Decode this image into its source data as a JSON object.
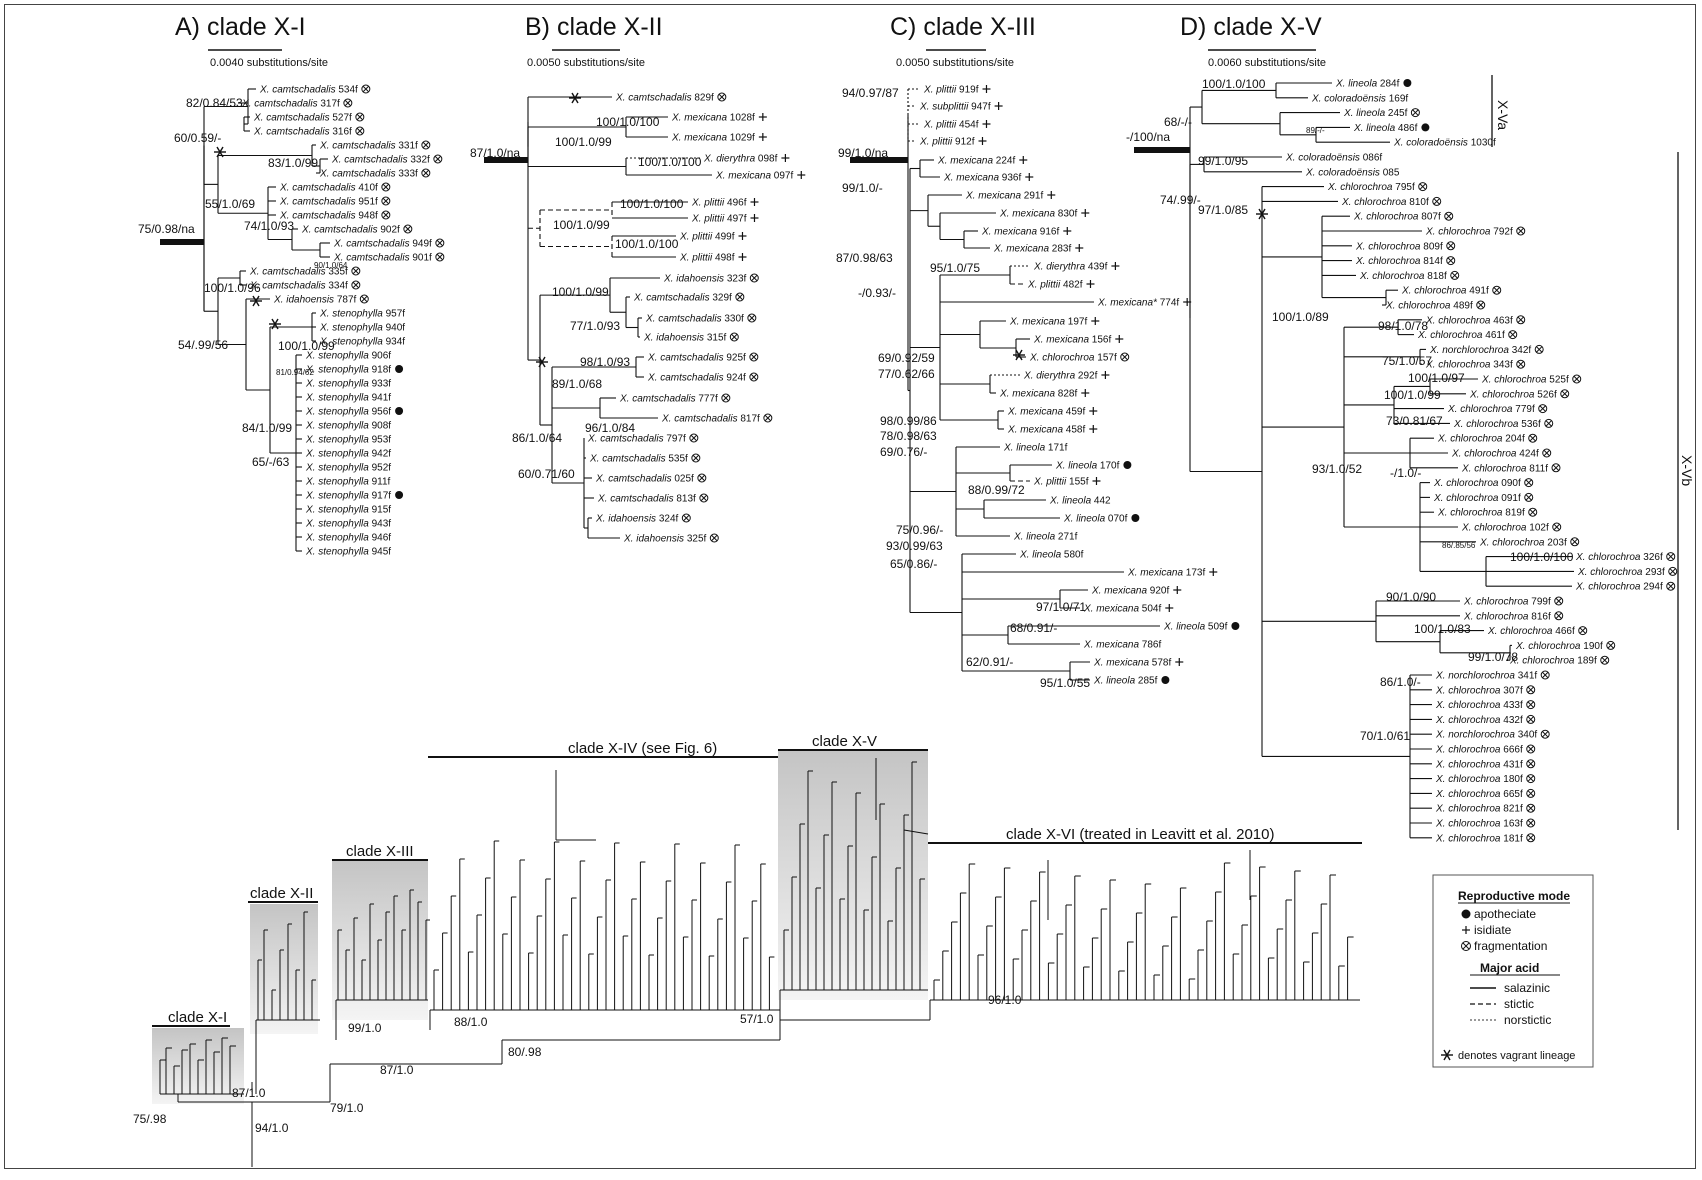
{
  "panels": [
    {
      "title": "A) clade X-I",
      "scale_label": "0.0040 substitutions/site",
      "stem_support": "75/0.98/na",
      "taxa": [
        {
          "name": "X. camtschadalis",
          "sfx": "534f",
          "m": "frag"
        },
        {
          "name": "X. camtschadalis",
          "sfx": "317f",
          "m": "frag"
        },
        {
          "name": "X. camtschadalis",
          "sfx": "527f",
          "m": "frag"
        },
        {
          "name": "X. camtschadalis",
          "sfx": "316f",
          "m": "frag"
        },
        {
          "name": "X. camtschadalis",
          "sfx": "331f",
          "m": "frag"
        },
        {
          "name": "X. camtschadalis",
          "sfx": "332f",
          "m": "frag"
        },
        {
          "name": "X. camtschadalis",
          "sfx": "333f",
          "m": "frag"
        },
        {
          "name": "X. camtschadalis",
          "sfx": "410f",
          "m": "frag"
        },
        {
          "name": "X. camtschadalis",
          "sfx": "951f",
          "m": "frag"
        },
        {
          "name": "X. camtschadalis",
          "sfx": "948f",
          "m": "frag"
        },
        {
          "name": "X. camtschadalis",
          "sfx": "902f",
          "m": "frag"
        },
        {
          "name": "X. camtschadalis",
          "sfx": "949f",
          "m": "frag"
        },
        {
          "name": "X. camtschadalis",
          "sfx": "901f",
          "m": "frag"
        },
        {
          "name": "X. camtschadalis",
          "sfx": "335f",
          "m": "frag"
        },
        {
          "name": "X. camtschadalis",
          "sfx": "334f",
          "m": "frag"
        },
        {
          "name": "X. idahoensis",
          "sfx": "787f",
          "m": "frag"
        },
        {
          "name": "X. stenophylla",
          "sfx": "957f",
          "m": ""
        },
        {
          "name": "X. stenophylla",
          "sfx": "940f",
          "m": ""
        },
        {
          "name": "X. stenophylla",
          "sfx": "934f",
          "m": ""
        },
        {
          "name": "X. stenophylla",
          "sfx": "906f",
          "m": ""
        },
        {
          "name": "X. stenophylla",
          "sfx": "918f",
          "m": "apo"
        },
        {
          "name": "X. stenophylla",
          "sfx": "933f",
          "m": ""
        },
        {
          "name": "X. stenophylla",
          "sfx": "941f",
          "m": ""
        },
        {
          "name": "X. stenophylla",
          "sfx": "956f",
          "m": "apo"
        },
        {
          "name": "X. stenophylla",
          "sfx": "908f",
          "m": ""
        },
        {
          "name": "X. stenophylla",
          "sfx": "953f",
          "m": ""
        },
        {
          "name": "X. stenophylla",
          "sfx": "942f",
          "m": ""
        },
        {
          "name": "X. stenophylla",
          "sfx": "952f",
          "m": ""
        },
        {
          "name": "X. stenophylla",
          "sfx": "911f",
          "m": ""
        },
        {
          "name": "X. stenophylla",
          "sfx": "917f",
          "m": "apo"
        },
        {
          "name": "X. stenophylla",
          "sfx": "915f",
          "m": ""
        },
        {
          "name": "X. stenophylla",
          "sfx": "943f",
          "m": ""
        },
        {
          "name": "X. stenophylla",
          "sfx": "946f",
          "m": ""
        },
        {
          "name": "X. stenophylla",
          "sfx": "945f",
          "m": ""
        }
      ],
      "supports": [
        "82/0.84/53",
        "60/0.59/-",
        "83/1.0/99",
        "55/1.0/69",
        "74/1.0/93",
        "90/1.0/64",
        "100/1.0/96",
        "54/.99/56",
        "100/1.0/99",
        "81/0.94/62",
        "84/1.0/99",
        "65/-/63"
      ]
    },
    {
      "title": "B) clade X-II",
      "scale_label": "0.0050 substitutions/site",
      "stem_support": "87/1.0/na",
      "taxa": [
        {
          "name": "X. camtschadalis",
          "sfx": "829f",
          "m": "frag"
        },
        {
          "name": "X. mexicana",
          "sfx": "1028f",
          "m": "isid"
        },
        {
          "name": "X. mexicana",
          "sfx": "1029f",
          "m": "isid"
        },
        {
          "name": "X. dierythra",
          "sfx": "098f",
          "m": "isid"
        },
        {
          "name": "X. mexicana",
          "sfx": "097f",
          "m": "isid"
        },
        {
          "name": "X. plittii",
          "sfx": "496f",
          "m": "isid"
        },
        {
          "name": "X. plittii",
          "sfx": "497f",
          "m": "isid"
        },
        {
          "name": "X. plittii",
          "sfx": "499f",
          "m": "isid"
        },
        {
          "name": "X. plittii",
          "sfx": "498f",
          "m": "isid"
        },
        {
          "name": "X. idahoensis",
          "sfx": "323f",
          "m": "frag"
        },
        {
          "name": "X. camtschadalis",
          "sfx": "329f",
          "m": "frag"
        },
        {
          "name": "X. camtschadalis",
          "sfx": "330f",
          "m": "frag"
        },
        {
          "name": "X. idahoensis",
          "sfx": "315f",
          "m": "frag"
        },
        {
          "name": "X. camtschadalis",
          "sfx": "925f",
          "m": "frag"
        },
        {
          "name": "X. camtschadalis",
          "sfx": "924f",
          "m": "frag"
        },
        {
          "name": "X. camtschadalis",
          "sfx": "777f",
          "m": "frag"
        },
        {
          "name": "X. camtschadalis",
          "sfx": "817f",
          "m": "frag"
        },
        {
          "name": "X. camtschadalis",
          "sfx": "797f",
          "m": "frag"
        },
        {
          "name": "X. camtschadalis",
          "sfx": "535f",
          "m": "frag"
        },
        {
          "name": "X. camtschadalis",
          "sfx": "025f",
          "m": "frag"
        },
        {
          "name": "X. camtschadalis",
          "sfx": "813f",
          "m": "frag"
        },
        {
          "name": "X. idahoensis",
          "sfx": "324f",
          "m": "frag"
        },
        {
          "name": "X. idahoensis",
          "sfx": "325f",
          "m": "frag"
        }
      ],
      "supports": [
        "100/1.0/100",
        "100/1.0/99",
        "100/1.0/100",
        "100/1.0/100",
        "100/1.0/99",
        "100/1.0/100",
        "100/1.0/99",
        "77/1.0/93",
        "98/1.0/93",
        "89/1.0/68",
        "96/1.0/84",
        "86/1.0/64",
        "60/0.71/60"
      ]
    },
    {
      "title": "C) clade X-III",
      "scale_label": "0.0050 substitutions/site",
      "stem_support": "99/1.0/na",
      "taxa": [
        {
          "name": "X. plittii",
          "sfx": "919f",
          "m": "isid"
        },
        {
          "name": "X. subplittii",
          "sfx": "947f",
          "m": "isid"
        },
        {
          "name": "X. plittii",
          "sfx": "454f",
          "m": "isid"
        },
        {
          "name": "X. plittii",
          "sfx": "912f",
          "m": "isid"
        },
        {
          "name": "X. mexicana",
          "sfx": "224f",
          "m": "isid"
        },
        {
          "name": "X. mexicana",
          "sfx": "936f",
          "m": "isid"
        },
        {
          "name": "X. mexicana",
          "sfx": "291f",
          "m": "isid"
        },
        {
          "name": "X. mexicana",
          "sfx": "830f",
          "m": "isid"
        },
        {
          "name": "X. mexicana",
          "sfx": "916f",
          "m": "isid"
        },
        {
          "name": "X. mexicana",
          "sfx": "283f",
          "m": "isid"
        },
        {
          "name": "X. dierythra",
          "sfx": "439f",
          "m": "isid"
        },
        {
          "name": "X. plittii",
          "sfx": "482f",
          "m": "isid"
        },
        {
          "name": "X. mexicana*",
          "sfx": "774f",
          "m": "isid"
        },
        {
          "name": "X. mexicana",
          "sfx": "197f",
          "m": "isid"
        },
        {
          "name": "X. mexicana",
          "sfx": "156f",
          "m": "isid"
        },
        {
          "name": "X. chlorochroa",
          "sfx": "157f",
          "m": "frag"
        },
        {
          "name": "X. dierythra",
          "sfx": "292f",
          "m": "isid"
        },
        {
          "name": "X. mexicana",
          "sfx": "828f",
          "m": "isid"
        },
        {
          "name": "X. mexicana",
          "sfx": "459f",
          "m": "isid"
        },
        {
          "name": "X. mexicana",
          "sfx": "458f",
          "m": "isid"
        },
        {
          "name": "X. lineola",
          "sfx": "171f",
          "m": ""
        },
        {
          "name": "X. lineola",
          "sfx": "170f",
          "m": "apo"
        },
        {
          "name": "X. plittii",
          "sfx": "155f",
          "m": "isid"
        },
        {
          "name": "X. lineola",
          "sfx": "442",
          "m": ""
        },
        {
          "name": "X. lineola",
          "sfx": "070f",
          "m": "apo"
        },
        {
          "name": "X. lineola",
          "sfx": "271f",
          "m": ""
        },
        {
          "name": "X. lineola",
          "sfx": "580f",
          "m": ""
        },
        {
          "name": "X. mexicana",
          "sfx": "173f",
          "m": "isid"
        },
        {
          "name": "X. mexicana",
          "sfx": "920f",
          "m": "isid"
        },
        {
          "name": "X. mexicana",
          "sfx": "504f",
          "m": "isid"
        },
        {
          "name": "X. lineola",
          "sfx": "509f",
          "m": "apo"
        },
        {
          "name": "X. mexicana",
          "sfx": "786f",
          "m": ""
        },
        {
          "name": "X. mexicana",
          "sfx": "578f",
          "m": "isid"
        },
        {
          "name": "X. lineola",
          "sfx": "285f",
          "m": "apo"
        }
      ],
      "supports": [
        "94/0.97/87",
        "99/1.0/-",
        "87/0.98/63",
        "95/1.0/75",
        "-/0.93/-",
        "69/0.92/59",
        "77/0.62/66",
        "98/0.99/86",
        "78/0.98/63",
        "69/0.76/-",
        "88/0.99/72",
        "75/0.96/-",
        "93/0.99/63",
        "65/0.86/-",
        "97/1.0/71",
        "68/0.91/-",
        "62/0.91/-",
        "95/1.0/55"
      ]
    },
    {
      "title": "D) clade X-V",
      "scale_label": "0.0060 substitutions/site",
      "stem_support": "-/100/na",
      "taxa": [
        {
          "name": "X. lineola",
          "sfx": "284f",
          "m": "apo"
        },
        {
          "name": "X. coloradoënsis",
          "sfx": "169f",
          "m": ""
        },
        {
          "name": "X. lineola",
          "sfx": "245f",
          "m": "frag"
        },
        {
          "name": "X. lineola",
          "sfx": "486f",
          "m": "apo"
        },
        {
          "name": "X. coloradoënsis",
          "sfx": "1030f",
          "m": ""
        },
        {
          "name": "X. coloradoënsis",
          "sfx": "086f",
          "m": ""
        },
        {
          "name": "X. coloradoënsis",
          "sfx": "085",
          "m": ""
        },
        {
          "name": "X. chlorochroa",
          "sfx": "795f",
          "m": "frag"
        },
        {
          "name": "X. chlorochroa",
          "sfx": "810f",
          "m": "frag"
        },
        {
          "name": "X. chlorochroa",
          "sfx": "807f",
          "m": "frag"
        },
        {
          "name": "X. chlorochroa",
          "sfx": "792f",
          "m": "frag"
        },
        {
          "name": "X. chlorochroa",
          "sfx": "809f",
          "m": "frag"
        },
        {
          "name": "X. chlorochroa",
          "sfx": "814f",
          "m": "frag"
        },
        {
          "name": "X. chlorochroa",
          "sfx": "818f",
          "m": "frag"
        },
        {
          "name": "X. chlorochroa",
          "sfx": "491f",
          "m": "frag"
        },
        {
          "name": "X. chlorochroa",
          "sfx": "489f",
          "m": "frag"
        },
        {
          "name": "X. chlorochroa",
          "sfx": "463f",
          "m": "frag"
        },
        {
          "name": "X. chlorochroa",
          "sfx": "461f",
          "m": "frag"
        },
        {
          "name": "X. norchlorochroa",
          "sfx": "342f",
          "m": "frag"
        },
        {
          "name": "X. chlorochroa",
          "sfx": "343f",
          "m": "frag"
        },
        {
          "name": "X. chlorochroa",
          "sfx": "525f",
          "m": "frag"
        },
        {
          "name": "X. chlorochroa",
          "sfx": "526f",
          "m": "frag"
        },
        {
          "name": "X. chlorochroa",
          "sfx": "779f",
          "m": "frag"
        },
        {
          "name": "X. chlorochroa",
          "sfx": "536f",
          "m": "frag"
        },
        {
          "name": "X. chlorochroa",
          "sfx": "204f",
          "m": "frag"
        },
        {
          "name": "X. chlorochroa",
          "sfx": "424f",
          "m": "frag"
        },
        {
          "name": "X. chlorochroa",
          "sfx": "811f",
          "m": "frag"
        },
        {
          "name": "X. chlorochroa",
          "sfx": "090f",
          "m": "frag"
        },
        {
          "name": "X. chlorochroa",
          "sfx": "091f",
          "m": "frag"
        },
        {
          "name": "X. chlorochroa",
          "sfx": "819f",
          "m": "frag"
        },
        {
          "name": "X. chlorochroa",
          "sfx": "102f",
          "m": "frag"
        },
        {
          "name": "X. chlorochroa",
          "sfx": "203f",
          "m": "frag"
        },
        {
          "name": "X. chlorochroa",
          "sfx": "326f",
          "m": "frag"
        },
        {
          "name": "X. chlorochroa",
          "sfx": "293f",
          "m": "frag"
        },
        {
          "name": "X. chlorochroa",
          "sfx": "294f",
          "m": "frag"
        },
        {
          "name": "X. chlorochroa",
          "sfx": "799f",
          "m": "frag"
        },
        {
          "name": "X. chlorochroa",
          "sfx": "816f",
          "m": "frag"
        },
        {
          "name": "X. chlorochroa",
          "sfx": "466f",
          "m": "frag"
        },
        {
          "name": "X. chlorochroa",
          "sfx": "190f",
          "m": "frag"
        },
        {
          "name": "X. chlorochroa",
          "sfx": "189f",
          "m": "frag"
        },
        {
          "name": "X. norchlorochroa",
          "sfx": "341f",
          "m": "frag"
        },
        {
          "name": "X. chlorochroa",
          "sfx": "307f",
          "m": "frag"
        },
        {
          "name": "X. chlorochroa",
          "sfx": "433f",
          "m": "frag"
        },
        {
          "name": "X. chlorochroa",
          "sfx": "432f",
          "m": "frag"
        },
        {
          "name": "X. norchlorochroa",
          "sfx": "340f",
          "m": "frag"
        },
        {
          "name": "X. chlorochroa",
          "sfx": "666f",
          "m": "frag"
        },
        {
          "name": "X. chlorochroa",
          "sfx": "431f",
          "m": "frag"
        },
        {
          "name": "X. chlorochroa",
          "sfx": "180f",
          "m": "frag"
        },
        {
          "name": "X. chlorochroa",
          "sfx": "665f",
          "m": "frag"
        },
        {
          "name": "X. chlorochroa",
          "sfx": "821f",
          "m": "frag"
        },
        {
          "name": "X. chlorochroa",
          "sfx": "163f",
          "m": "frag"
        },
        {
          "name": "X. chlorochroa",
          "sfx": "181f",
          "m": "frag"
        }
      ],
      "supports": [
        "100/1.0/100",
        "68/-/-",
        "89/-/-",
        "99/1.0/95",
        "74/.99/-",
        "97/1.0/85",
        "100/1.0/89",
        "98/1.0/78",
        "75/1.0/57",
        "100/1.0/97",
        "100/1.0/99",
        "73/0.81/67",
        "93/1.0/52",
        "-/1.0/-",
        "86/.85/56",
        "100/1.0/100",
        "90/1.0/90",
        "100/1.0/83",
        "99/1.0/78",
        "86/1.0/-",
        "70/1.0/61"
      ],
      "subclade_labels": [
        "X-Va",
        "X-Vb"
      ]
    }
  ],
  "bottom_tree": {
    "clade_labels": [
      "clade X-I",
      "clade X-II",
      "clade X-III",
      "clade X-IV (see Fig. 6)",
      "clade X-V",
      "clade X-VI (treated in Leavitt et al. 2010)"
    ],
    "supports": [
      "75/.98",
      "87/1.0",
      "94/1.0",
      "79/1.0",
      "99/1.0",
      "87/1.0",
      "88/1.0",
      "80/.98",
      "57/1.0",
      "96/1.0"
    ]
  },
  "legend": {
    "heading1": "Reproductive mode",
    "apotheciate": "apotheciate",
    "isidiate": "isidiate",
    "fragmentation": "fragmentation",
    "heading2": "Major acid",
    "salazinic": "salazinic",
    "stictic": "stictic",
    "norstictic": "norstictic",
    "vagrant_note": "denotes vagrant lineage"
  }
}
